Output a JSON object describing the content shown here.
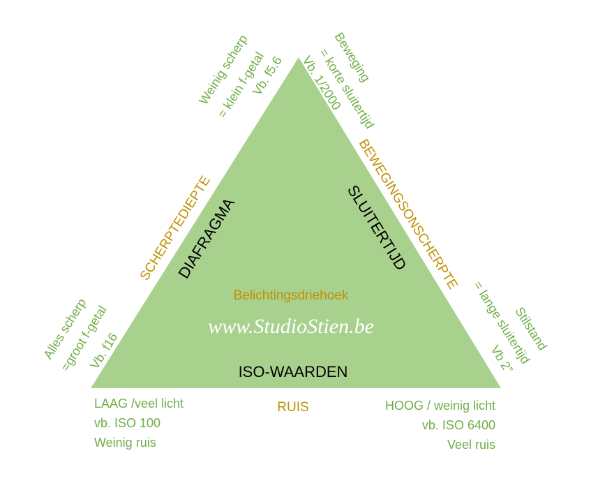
{
  "colors": {
    "triangle": "#a9d18e",
    "green_text": "#70ad47",
    "orange_text": "#bf9000",
    "black_text": "#000000",
    "white_text": "#ffffff"
  },
  "center": {
    "title": "Belichtingsdriehoek",
    "watermark": "www.StudioStien.be"
  },
  "sides": {
    "left": "DIAFRAGMA",
    "right": "SLUITERTIJD",
    "bottom": "ISO-WAARDEN"
  },
  "effects": {
    "left": "SCHERPTEDIEPTE",
    "right": "BEWEGINGSONSCHERPTE",
    "bottom": "RUIS"
  },
  "top_left": [
    "Weinig scherp",
    "= klein f-getal",
    "Vb. f5.6"
  ],
  "top_right": [
    "Beweging",
    "= korte sluitertijd",
    "Vb. 1/2000"
  ],
  "bottom_left_side": [
    "Alles scherp",
    "=groot f-getal",
    "Vb. f16"
  ],
  "bottom_right_side": [
    "Stilstand",
    "= lange sluitertijd",
    "Vb 2”"
  ],
  "bottom_left": [
    "LAAG /veel licht",
    "vb. ISO 100",
    "Weinig ruis"
  ],
  "bottom_right": [
    "HOOG / weinig licht",
    "vb. ISO 6400",
    "Veel ruis"
  ]
}
